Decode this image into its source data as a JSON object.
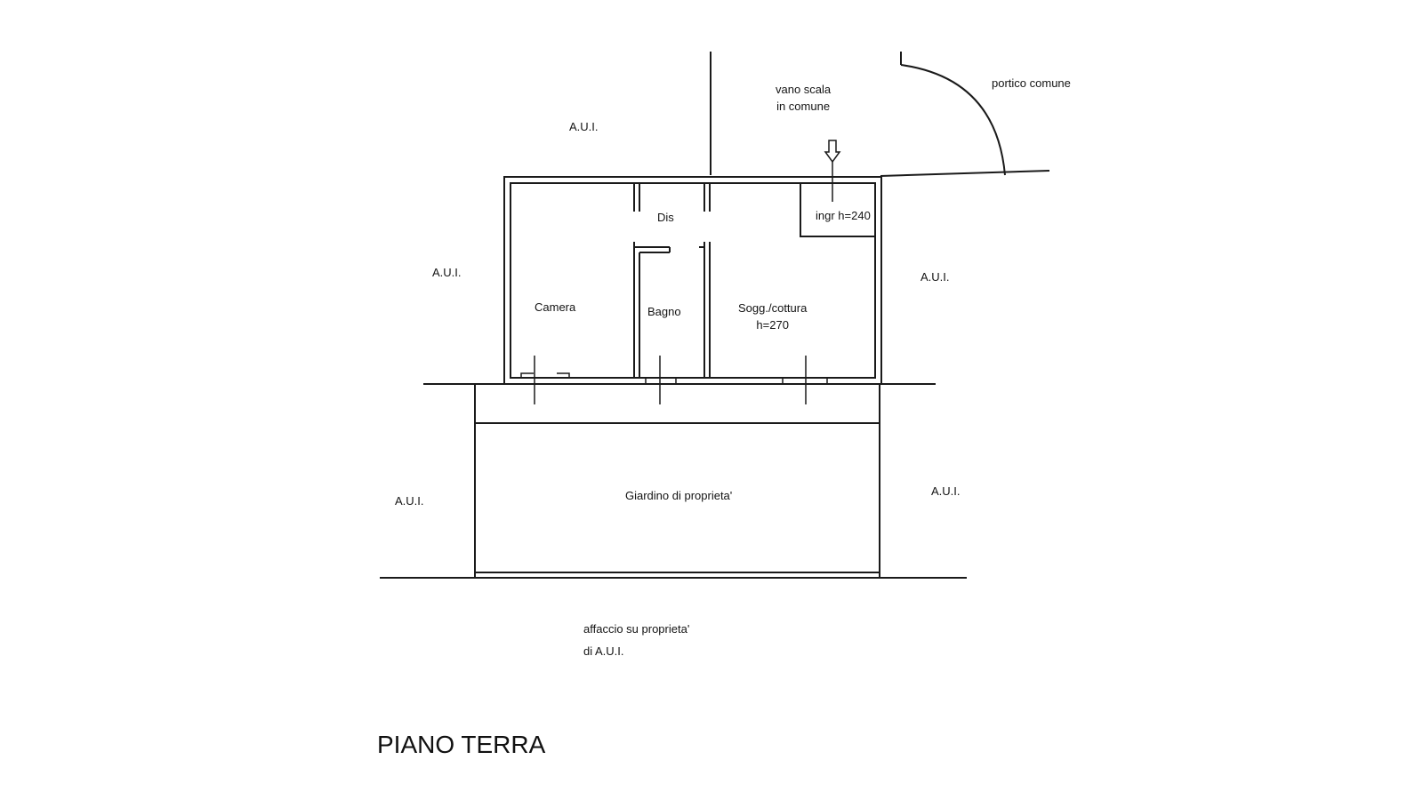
{
  "title": "PIANO TERRA",
  "labels": {
    "aui": "A.U.I.",
    "vano_scala_line1": "vano scala",
    "vano_scala_line2": "in comune",
    "portico": "portico comune",
    "dis": "Dis",
    "ingr": "ingr h=240",
    "camera": "Camera",
    "bagno": "Bagno",
    "soggiorno_line1": "Sogg./cottura",
    "soggiorno_line2": "h=270",
    "giardino": "Giardino di proprieta'",
    "affaccio_line1": "affaccio su proprieta'",
    "affaccio_line2": "di A.U.I."
  },
  "colors": {
    "ink": "#1a1a1a",
    "background": "#ffffff"
  }
}
